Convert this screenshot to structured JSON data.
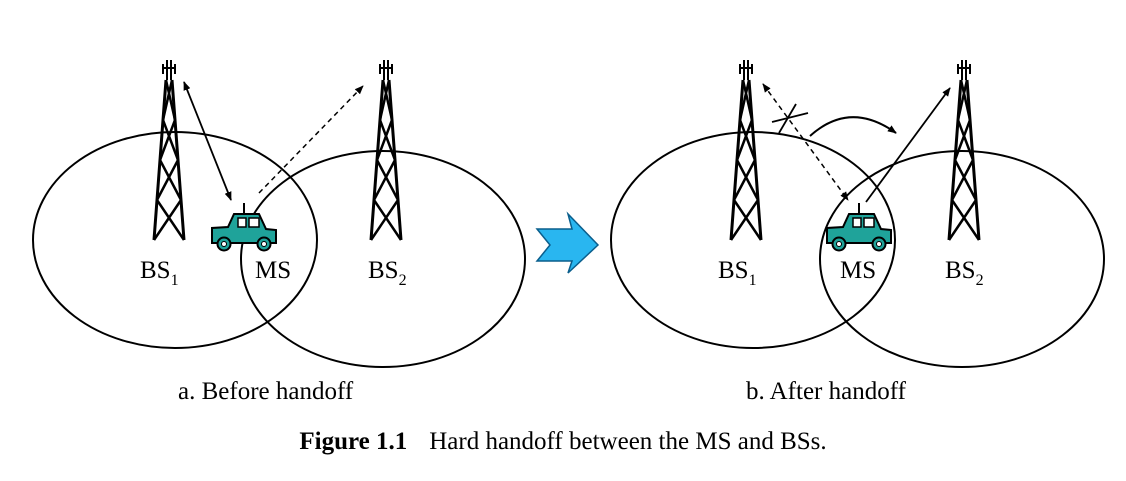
{
  "panel_a": {
    "bs1_label": "BS",
    "bs1_sub": "1",
    "ms_label": "MS",
    "bs2_label": "BS",
    "bs2_sub": "2",
    "caption": "a. Before handoff"
  },
  "panel_b": {
    "bs1_label": "BS",
    "bs1_sub": "1",
    "ms_label": "MS",
    "bs2_label": "BS",
    "bs2_sub": "2",
    "caption": "b. After handoff"
  },
  "figure_caption": {
    "number": "Figure 1.1",
    "text": "Hard handoff between the MS and BSs."
  },
  "colors": {
    "car_fill": "#1fa39a",
    "arrow_fill": "#29b6f0",
    "line": "#000000"
  }
}
